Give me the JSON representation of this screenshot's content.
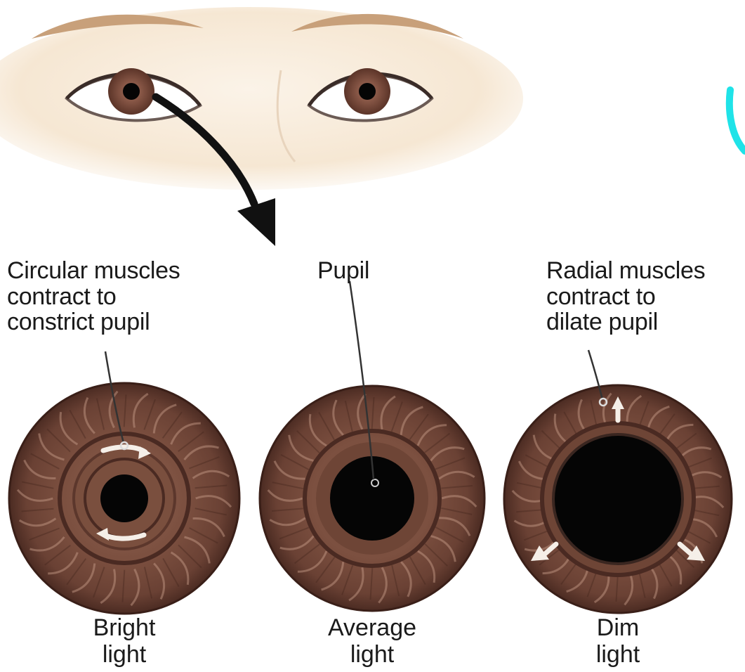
{
  "labels": {
    "circular": "Circular muscles\ncontract to\nconstrict pupil",
    "pupil": "Pupil",
    "radial": "Radial muscles\ncontract to\ndilate pupil"
  },
  "captions": {
    "bright": "Bright\nlight",
    "average": "Average\nlight",
    "dim": "Dim\nlight"
  },
  "colors": {
    "iris": "#7a4f3e",
    "iris_dark": "#4a2a22",
    "pupil": "#050505",
    "skin": "#f7ead8",
    "brow": "#c79a6f",
    "annotation_line": "#333333",
    "cyan_mark": "#1fe3e8"
  },
  "icons": [
    "face-eyes-illustration",
    "curved-arrow",
    "iris-bright",
    "iris-average",
    "iris-dim"
  ],
  "pupil_relative_size": {
    "bright": "small",
    "average": "medium",
    "dim": "large"
  }
}
